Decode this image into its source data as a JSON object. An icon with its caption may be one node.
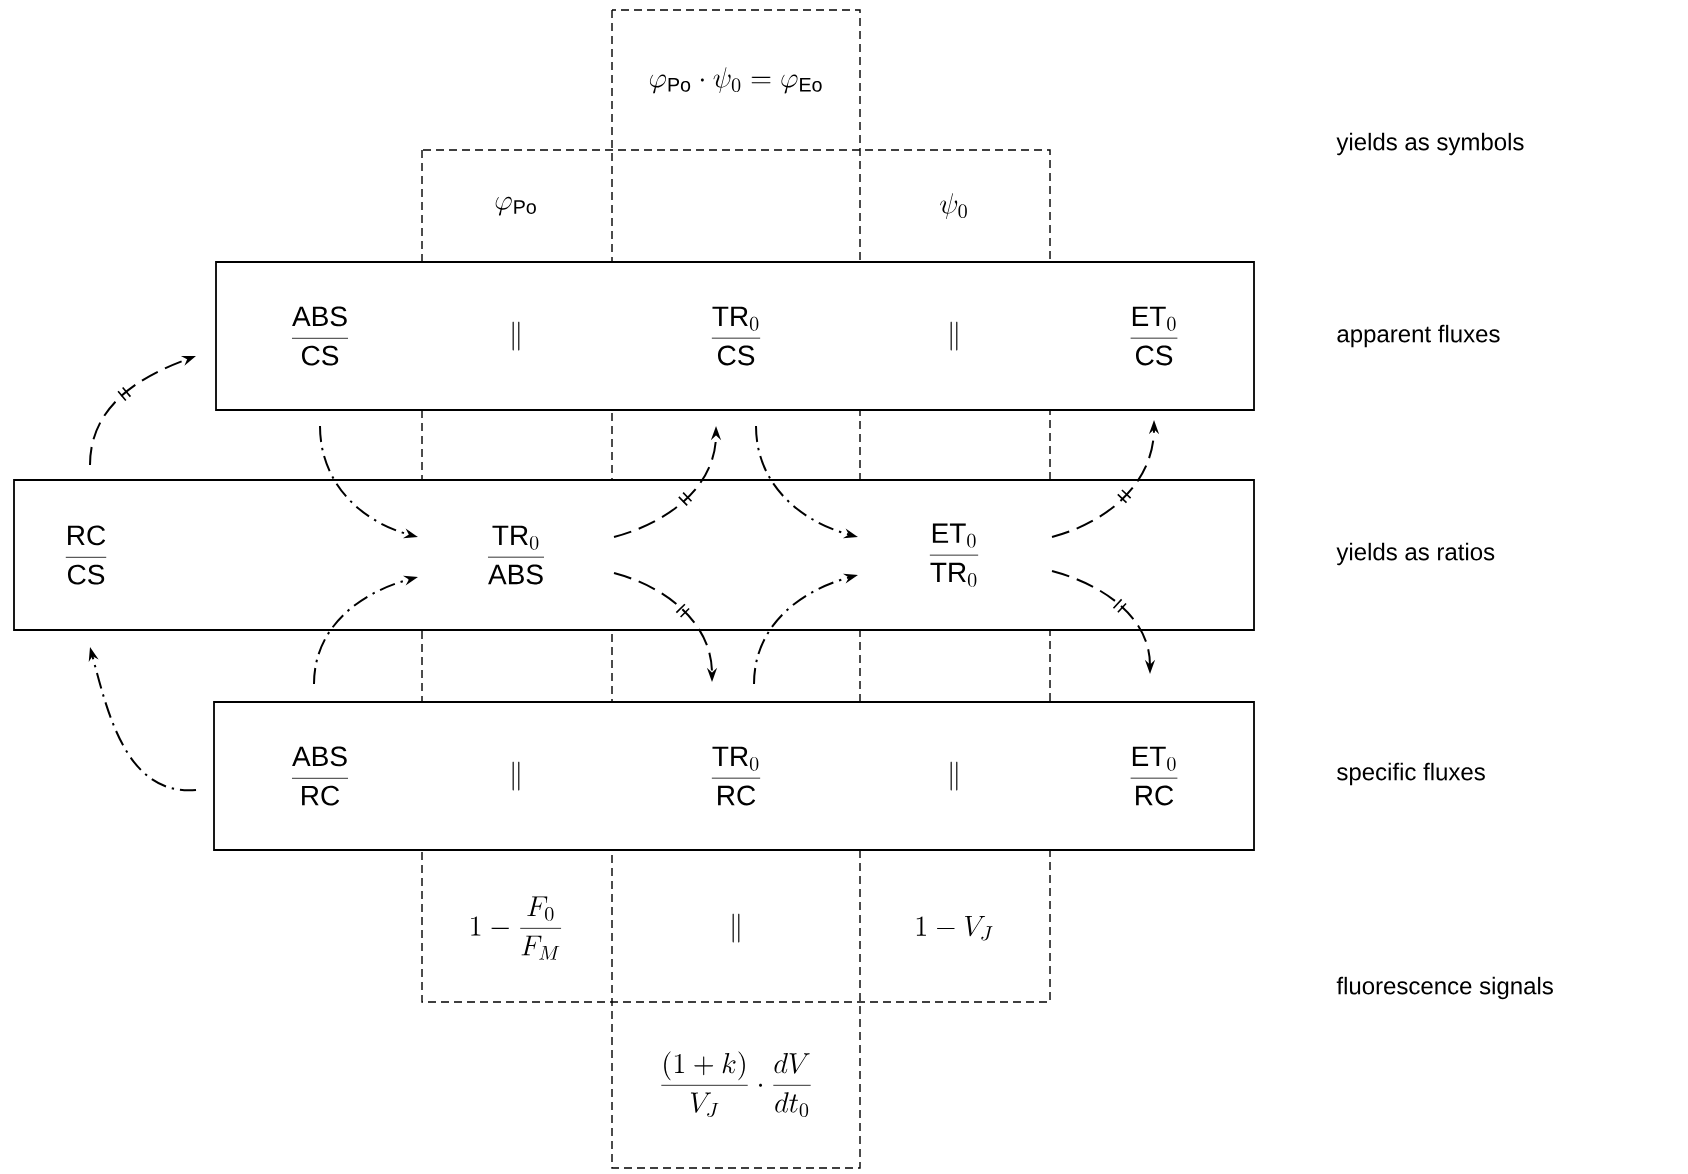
{
  "diagram": {
    "nodes": [
      {
        "text": [],
        "shape": "box"
      },
      {
        "text": [
          "\\frac{\\mathrm{ABS}}{\\mathrm{CS}}"
        ],
        "in": 0
      },
      {
        "text": [
          "\\parallel"
        ],
        "in": 0
      },
      {
        "text": [
          "\\frac{\\mathrm{TR}_0}{\\mathrm{CS}}"
        ],
        "in": 0
      },
      {
        "text": [
          "\\parallel"
        ],
        "in": 0
      },
      {
        "text": [
          "\\frac{\\mathrm{ET}_0}{\\mathrm{CS}}"
        ],
        "in": 0
      },
      {
        "text": [],
        "shape": "box"
      },
      {
        "text": [
          "\\frac{\\mathrm{RC}}{\\mathrm{CS}}"
        ],
        "in": 6
      },
      {
        "text": [
          "\\frac{\\mathrm{TR}_0}{\\mathrm{ABS}}"
        ],
        "in": 6
      },
      {
        "text": [
          "\\frac{\\mathrm{ET}_0}{\\mathrm{TR}_0}"
        ],
        "in": 6
      },
      {
        "text": [],
        "shape": "box"
      },
      {
        "text": [
          "\\frac{\\mathrm{ABS}}{\\mathrm{RC}}"
        ],
        "in": 10
      },
      {
        "text": [
          "\\parallel"
        ],
        "in": 10
      },
      {
        "text": [
          "\\frac{\\mathrm{TR}_0}{\\mathrm{RC}}"
        ],
        "in": 10
      },
      {
        "text": [
          "\\parallel"
        ],
        "in": 10
      },
      {
        "text": [
          "\\frac{\\mathrm{ET}_0}{\\mathrm{RC}}"
        ],
        "in": 10
      }
    ],
    "edges": [
      {
        "from": 7,
        "to": 1,
        "arrow": "to",
        "style": "dashed"
      },
      {
        "from": 11,
        "to": 7,
        "arrow": "to"
      },
      {
        "from": 1,
        "to": 8,
        "arrow": "to"
      },
      {
        "from": 11,
        "to": 8,
        "arrow": "to"
      },
      {
        "from": 8,
        "to": 3,
        "arrow": "to",
        "style": "dashed"
      },
      {
        "from": 8,
        "to": 13,
        "arrow": "to",
        "style": "dashed"
      },
      {
        "from": 3,
        "to": 9,
        "arrow": "to"
      },
      {
        "from": 13,
        "to": 9,
        "arrow": "to"
      },
      {
        "from": 9,
        "to": 5,
        "arrow": "to",
        "style": "dashed"
      },
      {
        "from": 9,
        "to": 15,
        "arrow": "to",
        "style": "dashed"
      }
    ],
    "labels": [
      "\\varphi_{\\mathrm{Po}}\\cdot\\psi_0=\\varphi_{\\mathrm{Eo}}",
      "\\varphi_{\\mathrm{Po}}",
      "\\psi_0",
      "yields as symbols",
      "apparent fluxes",
      "yields as ratios",
      "specific fluxes",
      "1-\\frac{F_0}{F_M}",
      "\\parallel",
      "1-V_J",
      "fluorescence signals",
      "\\frac{(1+k)}{V_J}\\cdot\\frac{dV}{dt_0}"
    ]
  }
}
